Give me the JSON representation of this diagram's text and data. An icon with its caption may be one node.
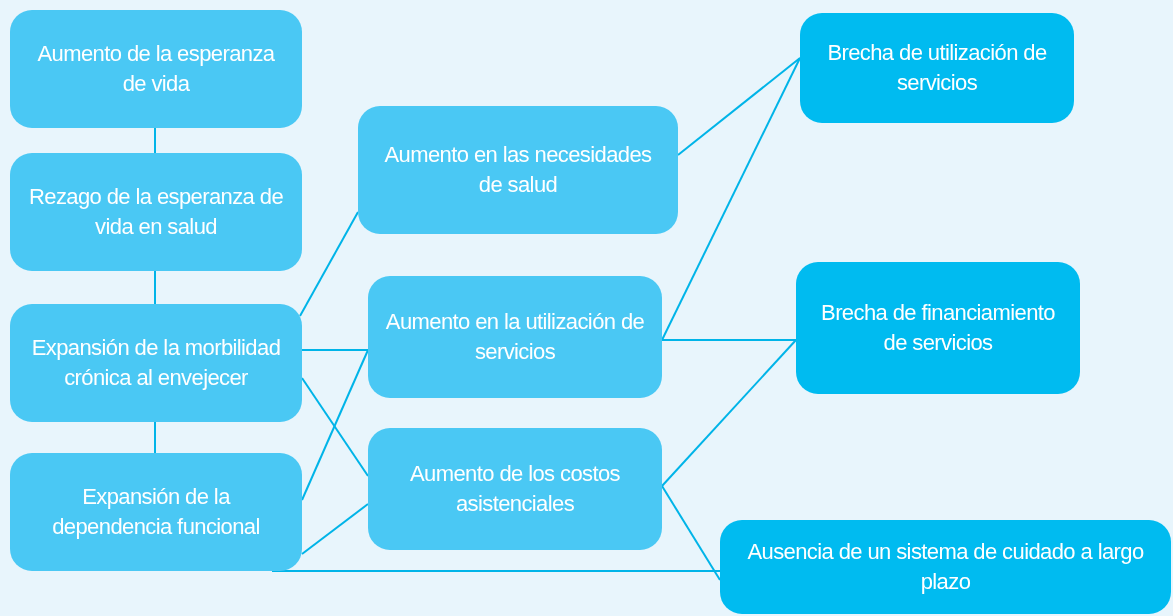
{
  "diagram": {
    "nodes": [
      {
        "text": [
          "Aumento de la esperanza de vida"
        ]
      },
      {
        "text": [
          "Rezago de la esperanza de vida en salud"
        ]
      },
      {
        "text": [
          "Expansión de la morbilidad crónica al envejecer"
        ]
      },
      {
        "text": [
          "Expansión de la dependencia funcional"
        ]
      },
      {
        "text": [
          "Aumento en las necesidades de salud"
        ]
      },
      {
        "text": [
          "Aumento en la utilización de servicios"
        ]
      },
      {
        "text": [
          "Aumento de los costos asistenciales"
        ]
      },
      {
        "text": [
          "Brecha de utilización de servicios"
        ]
      },
      {
        "text": [
          "Brecha de financiamiento de servicios"
        ]
      },
      {
        "text": [
          "Ausencia de un sistema de cuidado a largo plazo"
        ]
      }
    ],
    "edges": [
      {
        "from": 0,
        "to": 1,
        "arrow": "none"
      },
      {
        "from": 1,
        "to": 2,
        "arrow": "none"
      },
      {
        "from": 2,
        "to": 3,
        "arrow": "none"
      },
      {
        "from": 2,
        "to": 4,
        "arrow": "none"
      },
      {
        "from": 2,
        "to": 5,
        "arrow": "none"
      },
      {
        "from": 2,
        "to": 6,
        "arrow": "none"
      },
      {
        "from": 3,
        "to": 5,
        "arrow": "none"
      },
      {
        "from": 3,
        "to": 6,
        "arrow": "none"
      },
      {
        "from": 3,
        "to": 9,
        "arrow": "none"
      },
      {
        "from": 4,
        "to": 7,
        "arrow": "none"
      },
      {
        "from": 5,
        "to": 7,
        "arrow": "none"
      },
      {
        "from": 5,
        "to": 8,
        "arrow": "none"
      },
      {
        "from": 6,
        "to": 8,
        "arrow": "none"
      },
      {
        "from": 6,
        "to": 9,
        "arrow": "none"
      }
    ]
  }
}
